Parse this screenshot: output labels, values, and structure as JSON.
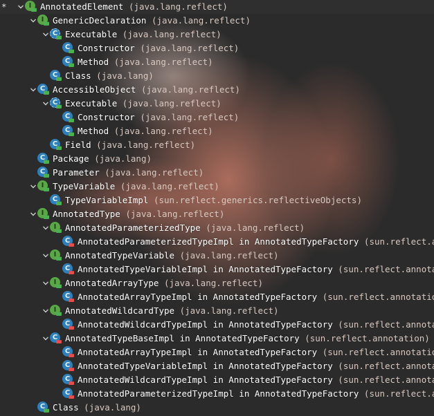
{
  "theme": {
    "interface_icon_color": "#5ba748",
    "class_icon_color": "#2f7fb8",
    "public_marker_color": "#4caf50",
    "private_marker_color": "#e84d4d",
    "text_color": "#ffffff",
    "package_color": "#d8c8c0"
  },
  "tree": {
    "title_marker": "*",
    "rows": [
      {
        "name": "AnnotatedElement",
        "pkg": "(java.lang.reflect)",
        "depth": 0,
        "toggle": "expanded",
        "kind": "interface",
        "vis": "public"
      },
      {
        "name": "GenericDeclaration",
        "pkg": "(java.lang.reflect)",
        "depth": 1,
        "toggle": "expanded",
        "kind": "interface",
        "vis": "public"
      },
      {
        "name": "Executable",
        "pkg": "(java.lang.reflect)",
        "depth": 2,
        "toggle": "expanded",
        "kind": "abstract-class",
        "vis": "public"
      },
      {
        "name": "Constructor",
        "pkg": "(java.lang.reflect)",
        "depth": 3,
        "toggle": "none",
        "kind": "class",
        "vis": "public"
      },
      {
        "name": "Method",
        "pkg": "(java.lang.reflect)",
        "depth": 3,
        "toggle": "none",
        "kind": "class",
        "vis": "public"
      },
      {
        "name": "Class",
        "pkg": "(java.lang)",
        "depth": 2,
        "toggle": "none",
        "kind": "class",
        "vis": "public"
      },
      {
        "name": "AccessibleObject",
        "pkg": "(java.lang.reflect)",
        "depth": 1,
        "toggle": "expanded",
        "kind": "class",
        "vis": "public"
      },
      {
        "name": "Executable",
        "pkg": "(java.lang.reflect)",
        "depth": 2,
        "toggle": "expanded",
        "kind": "abstract-class",
        "vis": "public"
      },
      {
        "name": "Constructor",
        "pkg": "(java.lang.reflect)",
        "depth": 3,
        "toggle": "none",
        "kind": "class",
        "vis": "public"
      },
      {
        "name": "Method",
        "pkg": "(java.lang.reflect)",
        "depth": 3,
        "toggle": "none",
        "kind": "class",
        "vis": "public"
      },
      {
        "name": "Field",
        "pkg": "(java.lang.reflect)",
        "depth": 2,
        "toggle": "none",
        "kind": "class",
        "vis": "public"
      },
      {
        "name": "Package",
        "pkg": "(java.lang)",
        "depth": 1,
        "toggle": "none",
        "kind": "class",
        "vis": "public"
      },
      {
        "name": "Parameter",
        "pkg": "(java.lang.reflect)",
        "depth": 1,
        "toggle": "none",
        "kind": "class",
        "vis": "public"
      },
      {
        "name": "TypeVariable",
        "pkg": "(java.lang.reflect)",
        "depth": 1,
        "toggle": "expanded",
        "kind": "interface",
        "vis": "public"
      },
      {
        "name": "TypeVariableImpl",
        "pkg": "(sun.reflect.generics.reflectiveObjects)",
        "depth": 2,
        "toggle": "none",
        "kind": "class",
        "vis": "public"
      },
      {
        "name": "AnnotatedType",
        "pkg": "(java.lang.reflect)",
        "depth": 1,
        "toggle": "expanded",
        "kind": "interface",
        "vis": "public"
      },
      {
        "name": "AnnotatedParameterizedType",
        "pkg": "(java.lang.reflect)",
        "depth": 2,
        "toggle": "expanded",
        "kind": "interface",
        "vis": "public"
      },
      {
        "name": "AnnotatedParameterizedTypeImpl in AnnotatedTypeFactory",
        "pkg": "(sun.reflect.annota",
        "depth": 3,
        "toggle": "none",
        "kind": "class",
        "vis": "private"
      },
      {
        "name": "AnnotatedTypeVariable",
        "pkg": "(java.lang.reflect)",
        "depth": 2,
        "toggle": "expanded",
        "kind": "interface",
        "vis": "public"
      },
      {
        "name": "AnnotatedTypeVariableImpl in AnnotatedTypeFactory",
        "pkg": "(sun.reflect.annotation)",
        "depth": 3,
        "toggle": "none",
        "kind": "class",
        "vis": "private"
      },
      {
        "name": "AnnotatedArrayType",
        "pkg": "(java.lang.reflect)",
        "depth": 2,
        "toggle": "expanded",
        "kind": "interface",
        "vis": "public"
      },
      {
        "name": "AnnotatedArrayTypeImpl in AnnotatedTypeFactory",
        "pkg": "(sun.reflect.annotation)",
        "depth": 3,
        "toggle": "none",
        "kind": "class",
        "vis": "private"
      },
      {
        "name": "AnnotatedWildcardType",
        "pkg": "(java.lang.reflect)",
        "depth": 2,
        "toggle": "expanded",
        "kind": "interface",
        "vis": "public"
      },
      {
        "name": "AnnotatedWildcardTypeImpl in AnnotatedTypeFactory",
        "pkg": "(sun.reflect.annotation)",
        "depth": 3,
        "toggle": "none",
        "kind": "class",
        "vis": "private"
      },
      {
        "name": "AnnotatedTypeBaseImpl in AnnotatedTypeFactory",
        "pkg": "(sun.reflect.annotation)",
        "depth": 2,
        "toggle": "expanded",
        "kind": "class",
        "vis": "private"
      },
      {
        "name": "AnnotatedArrayTypeImpl in AnnotatedTypeFactory",
        "pkg": "(sun.reflect.annotation)",
        "depth": 3,
        "toggle": "none",
        "kind": "class",
        "vis": "private"
      },
      {
        "name": "AnnotatedTypeVariableImpl in AnnotatedTypeFactory",
        "pkg": "(sun.reflect.annotation)",
        "depth": 3,
        "toggle": "none",
        "kind": "class",
        "vis": "private"
      },
      {
        "name": "AnnotatedWildcardTypeImpl in AnnotatedTypeFactory",
        "pkg": "(sun.reflect.annotation)",
        "depth": 3,
        "toggle": "none",
        "kind": "class",
        "vis": "private"
      },
      {
        "name": "AnnotatedParameterizedTypeImpl in AnnotatedTypeFactory",
        "pkg": "(sun.reflect.annota",
        "depth": 3,
        "toggle": "none",
        "kind": "class",
        "vis": "private"
      },
      {
        "name": "Class",
        "pkg": "(java.lang)",
        "depth": 1,
        "toggle": "none",
        "kind": "class",
        "vis": "public"
      }
    ]
  }
}
